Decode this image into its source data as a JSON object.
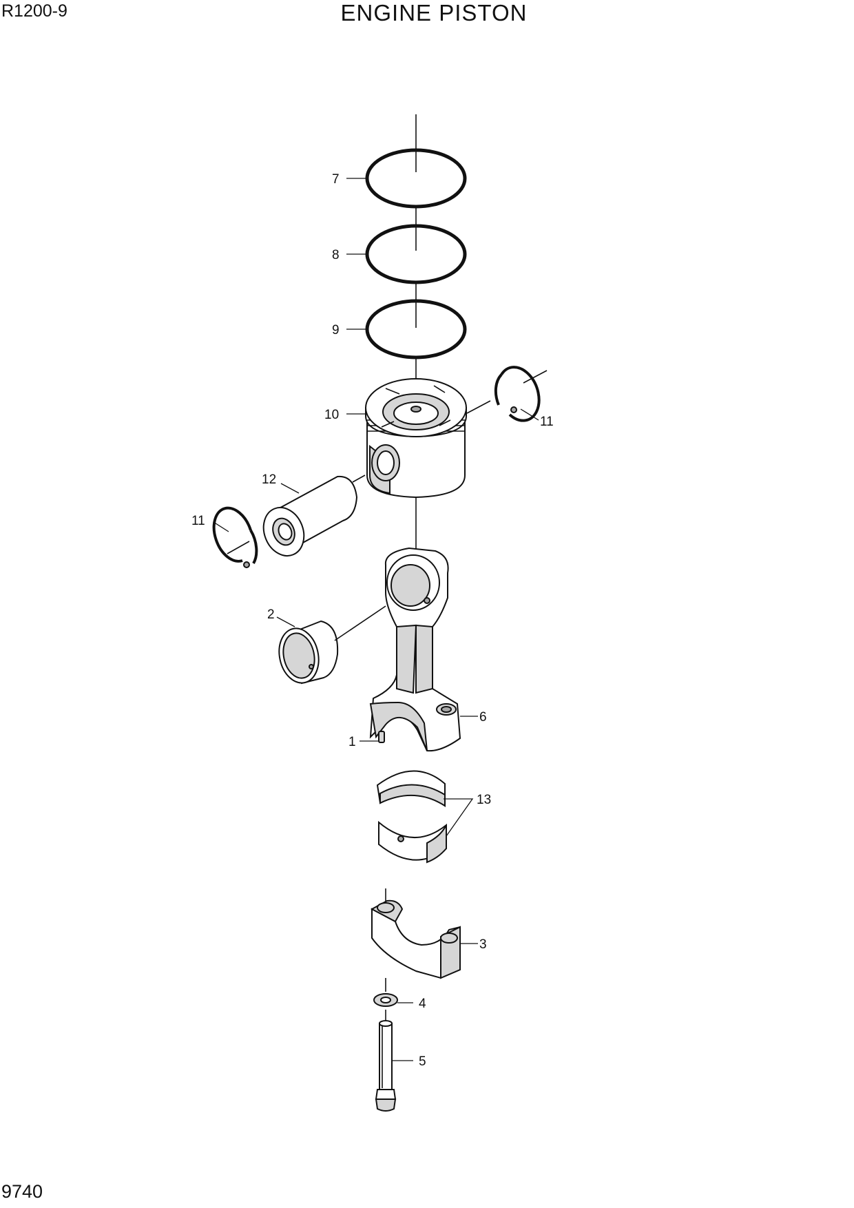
{
  "header": {
    "model_code": "R1200-9",
    "title": "ENGINE PISTON"
  },
  "footer": {
    "page_number": "9740"
  },
  "callouts": {
    "c1": "1",
    "c2": "2",
    "c3": "3",
    "c4": "4",
    "c5": "5",
    "c6": "6",
    "c7": "7",
    "c8": "8",
    "c9": "9",
    "c10": "10",
    "c11a": "11",
    "c11b": "11",
    "c12": "12",
    "c13": "13"
  }
}
